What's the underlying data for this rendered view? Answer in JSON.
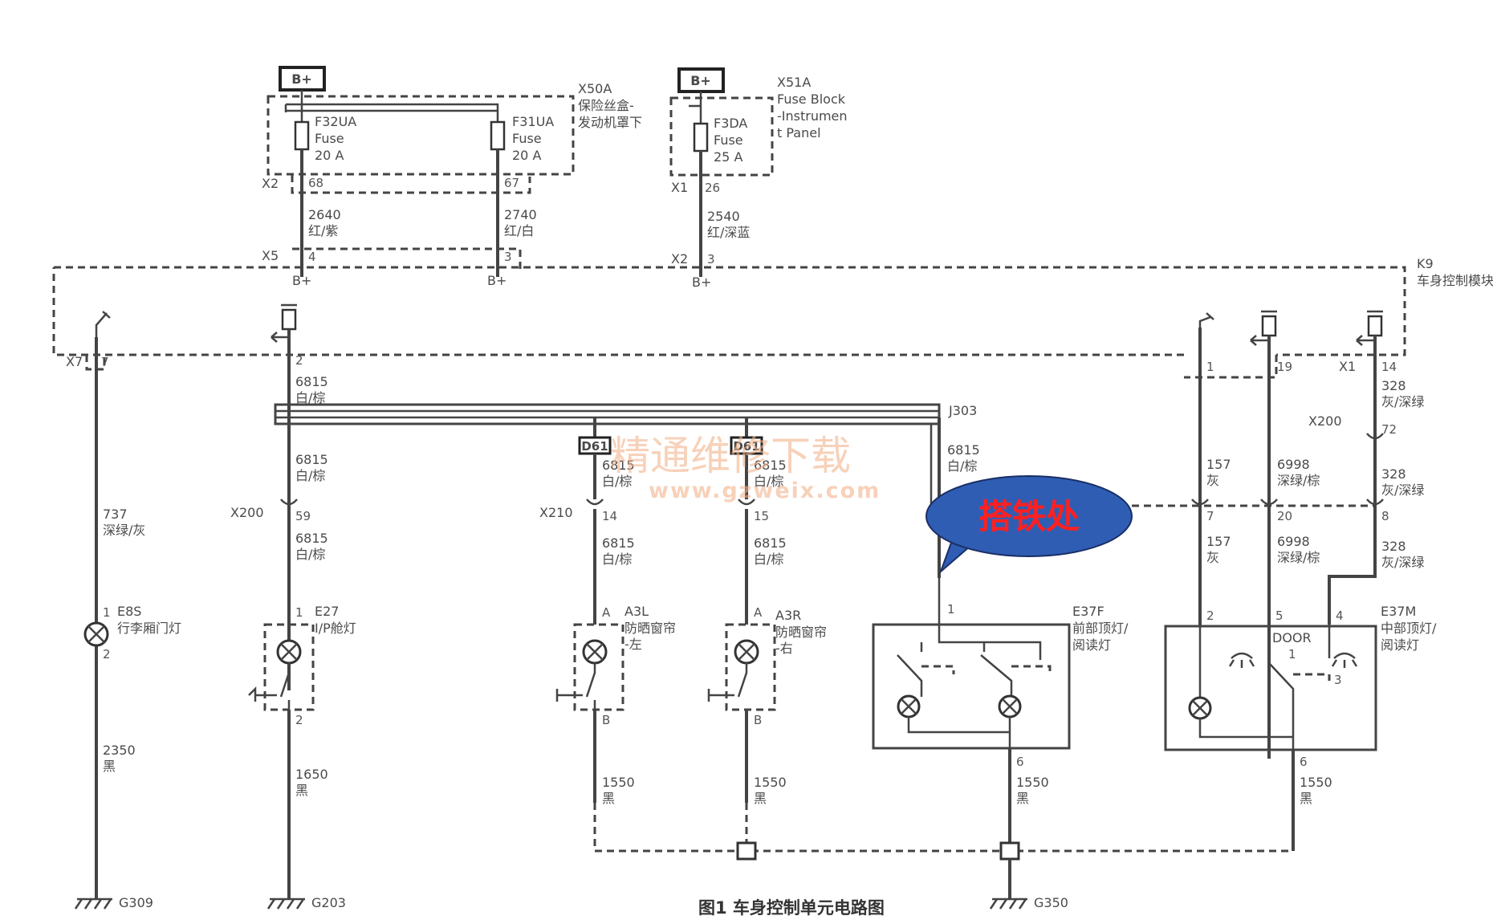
{
  "power_tags": {
    "bplus": "B+"
  },
  "fuse_boxes": {
    "x50a": {
      "id": "X50A",
      "name_line1": "保险丝盒-",
      "name_line2": "发动机罩下"
    },
    "x51a": {
      "id": "X51A",
      "name_line1": "Fuse Block",
      "name_line2": "-Instrumen",
      "name_line3": "t Panel"
    }
  },
  "fuses": [
    {
      "id": "F32UA",
      "type": "Fuse",
      "rating": "20 A"
    },
    {
      "id": "F31UA",
      "type": "Fuse",
      "rating": "20 A"
    },
    {
      "id": "F3DA",
      "type": "Fuse",
      "rating": "25 A"
    }
  ],
  "connectors": {
    "x2": "X2",
    "x1": "X1",
    "x5": "X5",
    "x7": "X7",
    "x200": "X200",
    "x210": "X210",
    "x1_right": "X1",
    "x200_right": "X200",
    "j303": "J303"
  },
  "pins": {
    "p68": "68",
    "p67": "67",
    "p26": "26",
    "p4": "4",
    "p3a": "3",
    "p3b": "3",
    "p7": "7",
    "p2": "2",
    "p1": "1",
    "p19": "19",
    "p14": "14",
    "p72": "72",
    "p59": "59",
    "p14b": "14",
    "p15": "15",
    "p7b": "7",
    "p20": "20",
    "p8": "8",
    "e8s_1": "1",
    "e8s_2": "2",
    "e27_1": "1",
    "e27_2": "2",
    "a3l_a": "A",
    "a3l_b": "B",
    "a3r_a": "A",
    "a3r_b": "B",
    "e37f_1": "1",
    "e37f_6": "6",
    "e37m_2": "2",
    "e37m_5": "5",
    "e37m_4": "4",
    "e37m_3": "3",
    "e37m_6": "6",
    "door_1": "1"
  },
  "wires": {
    "w2640": {
      "num": "2640",
      "color": "红/紫"
    },
    "w2740": {
      "num": "2740",
      "color": "红/白"
    },
    "w2540": {
      "num": "2540",
      "color": "红/深蓝"
    },
    "w6815a": {
      "num": "6815",
      "color": "白/棕"
    },
    "w6815b": {
      "num": "6815",
      "color": "白/棕"
    },
    "w6815c": {
      "num": "6815",
      "color": "白/棕"
    },
    "w6815d": {
      "num": "6815",
      "color": "白/棕"
    },
    "w6815e": {
      "num": "6815",
      "color": "白/棕"
    },
    "w6815f": {
      "num": "6815",
      "color": "白/棕"
    },
    "w6815g": {
      "num": "6815",
      "color": "白/棕"
    },
    "w6815h": {
      "num": "6815",
      "color": "白/棕"
    },
    "w737": {
      "num": "737",
      "color": "深绿/灰"
    },
    "w328a": {
      "num": "328",
      "color": "灰/深绿"
    },
    "w328b": {
      "num": "328",
      "color": "灰/深绿"
    },
    "w328c": {
      "num": "328",
      "color": "灰/深绿"
    },
    "w157a": {
      "num": "157",
      "color": "灰"
    },
    "w157b": {
      "num": "157",
      "color": "灰"
    },
    "w6998a": {
      "num": "6998",
      "color": "深绿/棕"
    },
    "w6998b": {
      "num": "6998",
      "color": "深绿/棕"
    },
    "w2350": {
      "num": "2350",
      "color": "黑"
    },
    "w1650": {
      "num": "1650",
      "color": "黑"
    },
    "w1550a": {
      "num": "1550",
      "color": "黑"
    },
    "w1550b": {
      "num": "1550",
      "color": "黑"
    },
    "w1550c": {
      "num": "1550",
      "color": "黑"
    },
    "w1550d": {
      "num": "1550",
      "color": "黑"
    }
  },
  "module": {
    "id": "K9",
    "name": "车身控制模块"
  },
  "components": {
    "e8s": {
      "id": "E8S",
      "name": "行李厢门灯"
    },
    "e27": {
      "id": "E27",
      "name": "I/P舱灯"
    },
    "a3l": {
      "id": "A3L",
      "name": "防晒窗帘",
      "side": "-左"
    },
    "a3r": {
      "id": "A3R",
      "name": "防晒窗帘",
      "side": "-右"
    },
    "e37f": {
      "id": "E37F",
      "name_line1": "前部顶灯/",
      "name_line2": "阅读灯"
    },
    "e37m": {
      "id": "E37M",
      "name_line1": "中部顶灯/",
      "name_line2": "阅读灯",
      "door": "DOOR"
    }
  },
  "splices": {
    "d61a": "D61",
    "d61b": "D61"
  },
  "grounds": {
    "g309": "G309",
    "g203": "G203",
    "g350": "G350"
  },
  "callout": {
    "text": "搭铁处"
  },
  "watermark": {
    "line1": "精通维修下载",
    "line2": "www.gzweix.com"
  },
  "caption": "图1 车身控制单元电路图",
  "colors": {
    "line": "#444444",
    "callout_fill": "#2f5db3",
    "callout_text": "#ff2020",
    "watermark": "#f2b38c"
  }
}
